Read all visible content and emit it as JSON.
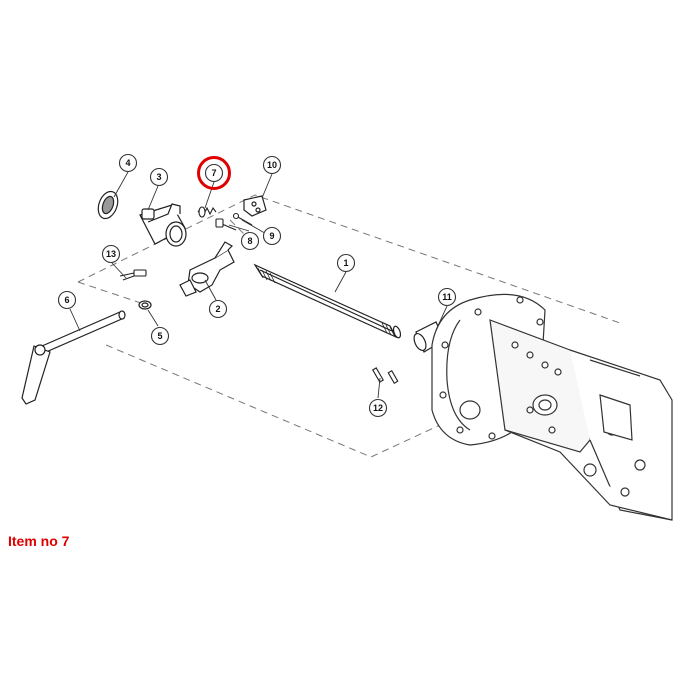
{
  "caption": "Item no 7",
  "highlight_color": "#e00000",
  "callouts": [
    {
      "number": "1",
      "part": "shaft"
    },
    {
      "number": "2",
      "part": "shift-fork"
    },
    {
      "number": "3",
      "part": "housing"
    },
    {
      "number": "4",
      "part": "seal"
    },
    {
      "number": "5",
      "part": "washer"
    },
    {
      "number": "6",
      "part": "lever"
    },
    {
      "number": "7",
      "part": "spring",
      "highlighted": true
    },
    {
      "number": "8",
      "part": "bolt"
    },
    {
      "number": "9",
      "part": "pin"
    },
    {
      "number": "10",
      "part": "bracket"
    },
    {
      "number": "11",
      "part": "coupler"
    },
    {
      "number": "12",
      "part": "roll-pin"
    },
    {
      "number": "13",
      "part": "screw"
    }
  ]
}
